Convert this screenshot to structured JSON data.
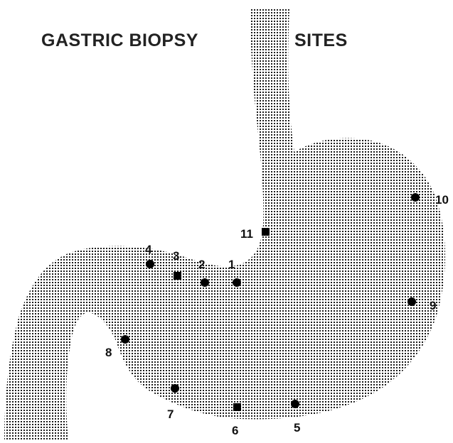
{
  "title": {
    "left": "GASTRIC BIOPSY",
    "right": "SITES"
  },
  "biopsy_sites": [
    {
      "id": "1",
      "label": "1",
      "marker": "circle"
    },
    {
      "id": "2",
      "label": "2",
      "marker": "circle"
    },
    {
      "id": "3",
      "label": "3",
      "marker": "square"
    },
    {
      "id": "4",
      "label": "4",
      "marker": "circle"
    },
    {
      "id": "5",
      "label": "5",
      "marker": "circle"
    },
    {
      "id": "6",
      "label": "6",
      "marker": "square"
    },
    {
      "id": "7",
      "label": "7",
      "marker": "circle"
    },
    {
      "id": "8",
      "label": "8",
      "marker": "circle"
    },
    {
      "id": "9",
      "label": "9",
      "marker": "circle"
    },
    {
      "id": "10",
      "label": "10",
      "marker": "circle"
    },
    {
      "id": "11",
      "label": "11",
      "marker": "square"
    }
  ],
  "colors": {
    "stomach_dots": "#1a1a1a",
    "background": "#ffffff",
    "marker": "#000000"
  }
}
